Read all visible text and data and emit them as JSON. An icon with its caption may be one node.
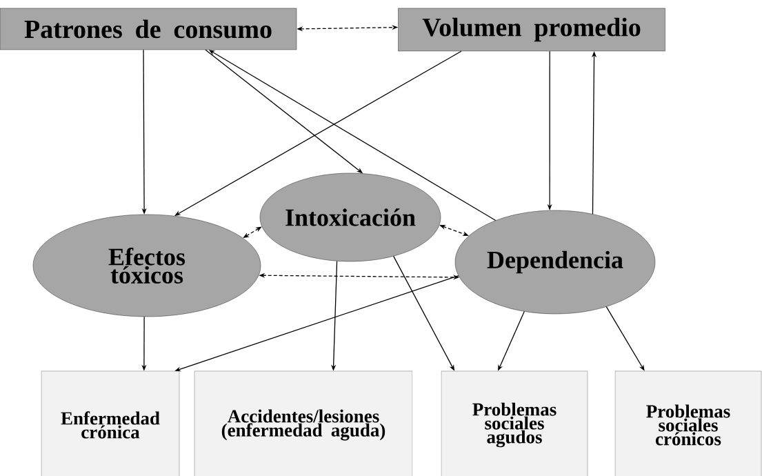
{
  "diagram": {
    "nodes": [
      {
        "text": [
          "Patrones de consumo"
        ]
      },
      {
        "text": [
          "Volumen promedio"
        ]
      },
      {
        "text": [
          "Intoxicación"
        ]
      },
      {
        "text": [
          "Efectos tóxicos"
        ]
      },
      {
        "text": [
          "Dependencia"
        ]
      },
      {
        "text": [
          "Enfermedad crónica"
        ]
      },
      {
        "text": [
          "Accidentes/lesiones (enfermedad aguda)"
        ]
      },
      {
        "text": [
          "Problemas sociales agudos"
        ]
      },
      {
        "text": [
          "Problemas sociales crónicos"
        ]
      }
    ],
    "edges": [
      {
        "from": 0,
        "to": 1,
        "arrow": "both",
        "style": "dashed"
      },
      {
        "from": 0,
        "to": 3,
        "arrow": "to"
      },
      {
        "from": 0,
        "to": 2,
        "arrow": "to"
      },
      {
        "from": 4,
        "to": 0,
        "arrow": "to"
      },
      {
        "from": 1,
        "to": 3,
        "arrow": "to"
      },
      {
        "from": 1,
        "to": 4,
        "arrow": "to"
      },
      {
        "from": 4,
        "to": 1,
        "arrow": "to"
      },
      {
        "from": 3,
        "to": 2,
        "arrow": "both",
        "style": "dashed"
      },
      {
        "from": 2,
        "to": 4,
        "arrow": "both",
        "style": "dashed"
      },
      {
        "from": 3,
        "to": 4,
        "arrow": "both",
        "style": "dashed"
      },
      {
        "from": 3,
        "to": 5,
        "arrow": "to"
      },
      {
        "from": 4,
        "to": 5,
        "arrow": "to"
      },
      {
        "from": 2,
        "to": 6,
        "arrow": "to"
      },
      {
        "from": 2,
        "to": 7,
        "arrow": "to"
      },
      {
        "from": 4,
        "to": 7,
        "arrow": "to"
      },
      {
        "from": 4,
        "to": 8,
        "arrow": "to"
      }
    ]
  }
}
